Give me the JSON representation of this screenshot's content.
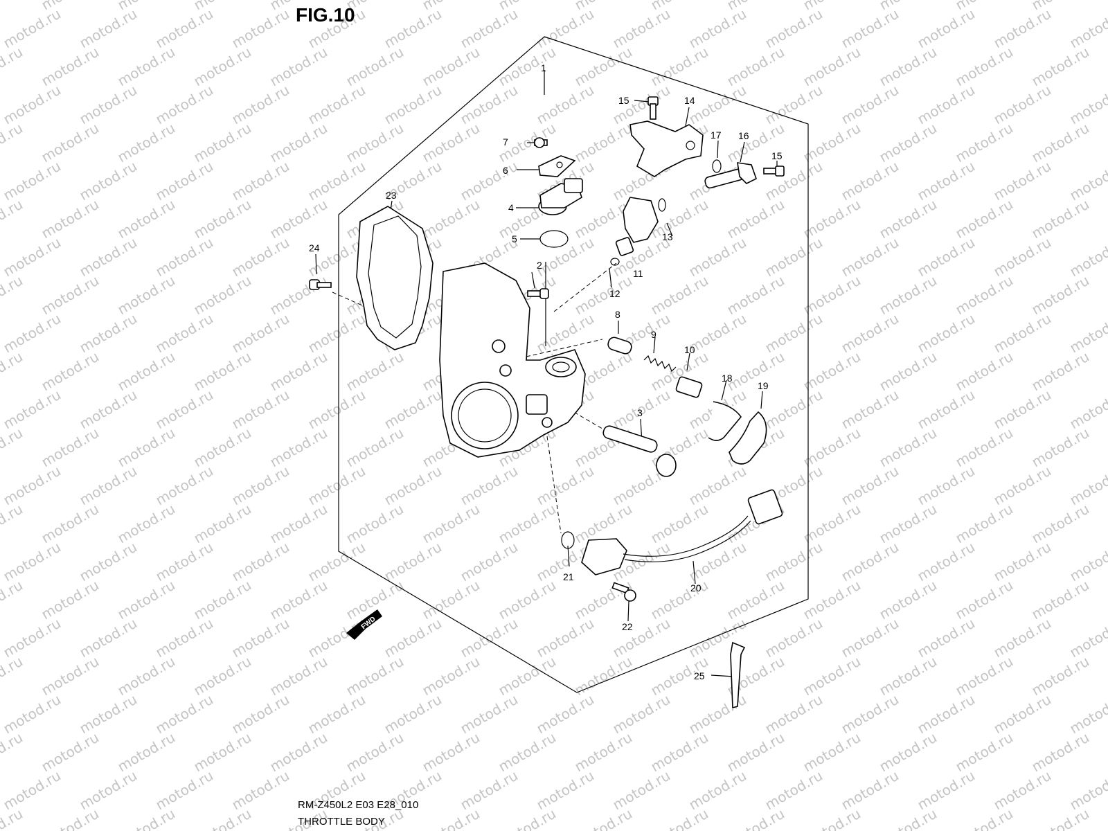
{
  "figure": {
    "title": "FIG.10",
    "model_code": "RM-Z450L2 E03 E28_010",
    "caption": "THROTTLE BODY",
    "watermark": "motod.ru",
    "fwd_label": "FWD"
  },
  "callouts": [
    {
      "id": "c1",
      "label": "1"
    },
    {
      "id": "c2",
      "label": "2"
    },
    {
      "id": "c3",
      "label": "3"
    },
    {
      "id": "c4",
      "label": "4"
    },
    {
      "id": "c5",
      "label": "5"
    },
    {
      "id": "c6",
      "label": "6"
    },
    {
      "id": "c7",
      "label": "7"
    },
    {
      "id": "c8",
      "label": "8"
    },
    {
      "id": "c9",
      "label": "9"
    },
    {
      "id": "c10",
      "label": "10"
    },
    {
      "id": "c11",
      "label": "11"
    },
    {
      "id": "c12",
      "label": "12"
    },
    {
      "id": "c13",
      "label": "13"
    },
    {
      "id": "c14",
      "label": "14"
    },
    {
      "id": "c15a",
      "label": "15"
    },
    {
      "id": "c15b",
      "label": "15"
    },
    {
      "id": "c16",
      "label": "16"
    },
    {
      "id": "c17",
      "label": "17"
    },
    {
      "id": "c18",
      "label": "18"
    },
    {
      "id": "c19",
      "label": "19"
    },
    {
      "id": "c20",
      "label": "20"
    },
    {
      "id": "c21",
      "label": "21"
    },
    {
      "id": "c22",
      "label": "22"
    },
    {
      "id": "c23",
      "label": "23"
    },
    {
      "id": "c24",
      "label": "24"
    },
    {
      "id": "c25",
      "label": "25"
    }
  ]
}
